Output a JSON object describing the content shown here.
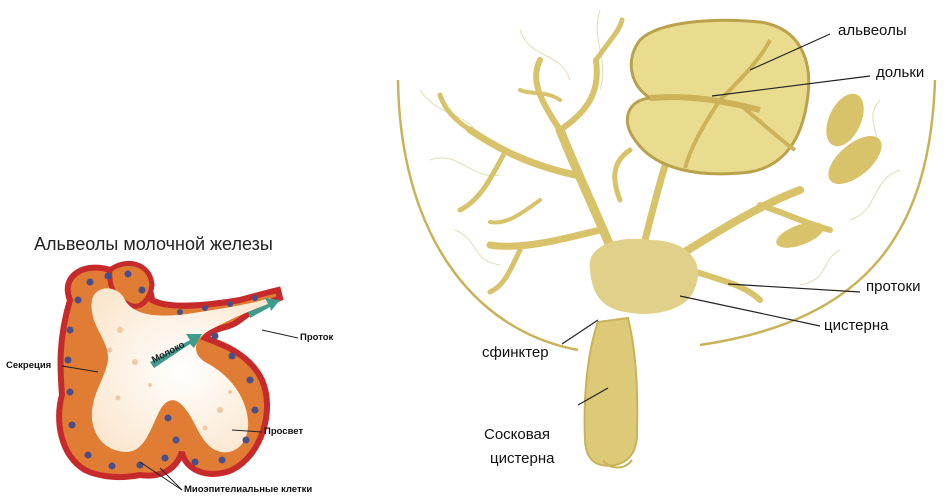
{
  "left_panel": {
    "title": "Альвеолы молочной железы",
    "labels": {
      "secretion": "Секреция",
      "duct": "Проток",
      "milk": "Молоко",
      "lumen": "Просвет",
      "myoepithelial": "Миоэпителиальные клетки"
    },
    "colors": {
      "tissue": "#d9702e",
      "outline": "#c62a2a",
      "lumen": "#fff4e6",
      "arrow": "#3f9c8c"
    }
  },
  "right_panel": {
    "labels": {
      "alveoli": "альвеолы",
      "lobules": "дольки",
      "ducts": "протоки",
      "cistern": "цистерна",
      "sphincter": "сфинктер",
      "teat_cistern_line1": "Сосковая",
      "teat_cistern_line2": "цистерна"
    },
    "colors": {
      "gland": "#d8c36a",
      "lobule_fill": "#e9dc8f",
      "outline": "#b9a24a"
    }
  }
}
